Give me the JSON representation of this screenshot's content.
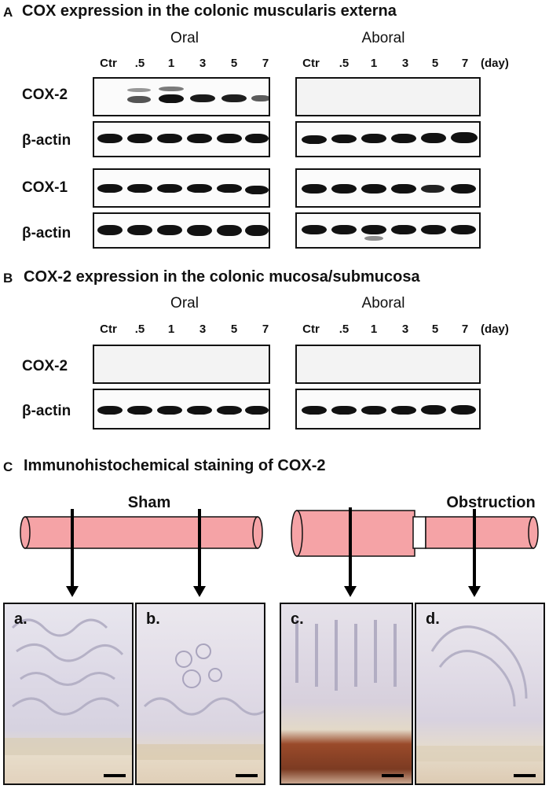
{
  "panelA": {
    "letter": "A",
    "title": "COX expression in the colonic muscularis externa",
    "groups": [
      "Oral",
      "Aboral"
    ],
    "lanes": [
      "Ctr",
      ".5",
      "1",
      "3",
      "5",
      "7"
    ],
    "unit": "(day)",
    "rows": [
      "COX-2",
      "β-actin",
      "COX-1",
      "β-actin"
    ]
  },
  "panelB": {
    "letter": "B",
    "title": "COX-2 expression in the colonic mucosa/submucosa",
    "groups": [
      "Oral",
      "Aboral"
    ],
    "lanes": [
      "Ctr",
      ".5",
      "1",
      "3",
      "5",
      "7"
    ],
    "unit": "(day)",
    "rows": [
      "COX-2",
      "β-actin"
    ]
  },
  "panelC": {
    "letter": "C",
    "title": "Immunohistochemical staining of COX-2",
    "groups": [
      "Sham",
      "Obstruction"
    ],
    "images": [
      "a.",
      "b.",
      "c.",
      "d."
    ]
  },
  "colors": {
    "tube": "#f5a3a6",
    "stain_brown": "#9a4a2a"
  }
}
